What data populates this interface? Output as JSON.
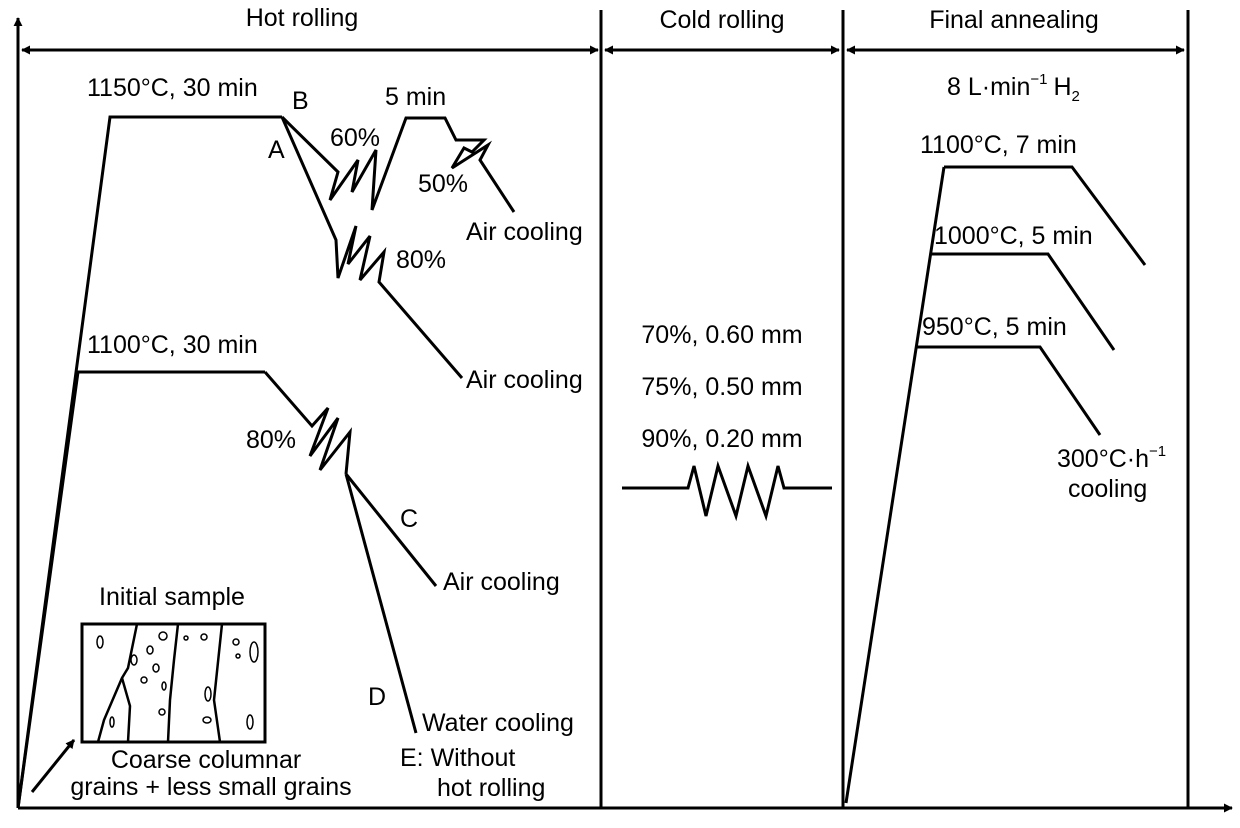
{
  "sections": {
    "hot_rolling": "Hot rolling",
    "cold_rolling": "Cold rolling",
    "final_annealing": "Final annealing"
  },
  "hot": {
    "soak_high": "1150°C, 30 min",
    "label_b": "B",
    "label_a": "A",
    "reduction_60": "60%",
    "reheat": "5 min",
    "reduction_50": "50%",
    "air_cooling_1": "Air cooling",
    "reduction_80_upper": "80%",
    "air_cooling_2": "Air cooling",
    "soak_low": "1100°C, 30 min",
    "reduction_80_lower": "80%",
    "label_c": "C",
    "air_cooling_3": "Air cooling",
    "label_d": "D",
    "water_cooling": "Water cooling",
    "label_e": "E: Without",
    "label_e2": "hot rolling"
  },
  "initial": {
    "title": "Initial sample",
    "caption_1": "Coarse columnar",
    "caption_2": "grains + less small grains"
  },
  "cold": {
    "schedule_1": "70%, 0.60 mm",
    "schedule_2": "75%, 0.50 mm",
    "schedule_3": "90%, 0.20 mm"
  },
  "annealing": {
    "atmosphere_main": "8 L·min",
    "atmosphere_exp": "−1",
    "atmosphere_gas": "H",
    "atmosphere_sub": "2",
    "temp_1": "1100°C, 7 min",
    "temp_2": "1000°C, 5 min",
    "temp_3": "950°C, 5 min",
    "cooling_rate_main": "300°C·h",
    "cooling_rate_exp": "−1",
    "cooling_rate_2": "cooling"
  }
}
